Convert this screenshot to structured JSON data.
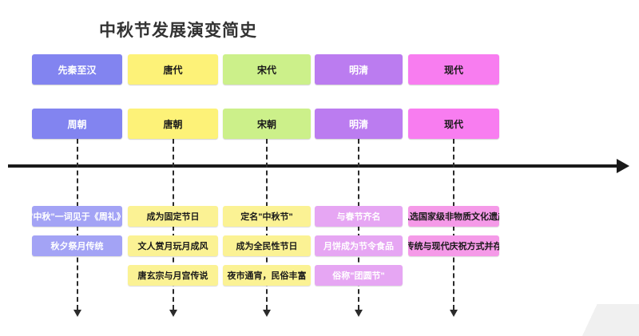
{
  "title": "中秋节发展演变简史",
  "axis": {
    "arrow_direction": "right",
    "label": "time-axis"
  },
  "colors": {
    "era_purple": "#8284f0",
    "era_yellow": "#fdf278",
    "era_green": "#ccf08a",
    "era_violet": "#bb7cf0",
    "era_magenta": "#f87df0",
    "item_purple": "#a3a3f5",
    "item_yellow": "#fbf294",
    "item_violet": "#e6a6f3",
    "item_magenta": "#f59ae8",
    "axis": "#1a1a1a",
    "title_text": "#333333",
    "dark_text": "#1a1a1a",
    "light_text": "#ffffff"
  },
  "columns": [
    {
      "id": "col-1",
      "era": "先秦至汉",
      "era_fill": "#8284f0",
      "era_text": "#ffffff",
      "dynasty": "周朝",
      "dynasty_fill": "#8284f0",
      "dynasty_text": "#ffffff",
      "item_fill": "#a3a3f5",
      "item_text": "#ffffff",
      "items": [
        "\"中秋\"一词见于《周礼》",
        "秋夕祭月传统"
      ]
    },
    {
      "id": "col-2",
      "era": "唐代",
      "era_fill": "#fdf278",
      "era_text": "#1a1a1a",
      "dynasty": "唐朝",
      "dynasty_fill": "#fdf278",
      "dynasty_text": "#1a1a1a",
      "item_fill": "#fbf294",
      "item_text": "#1a1a1a",
      "items": [
        "成为固定节日",
        "文人赏月玩月成风",
        "唐玄宗与月宫传说"
      ]
    },
    {
      "id": "col-3",
      "era": "宋代",
      "era_fill": "#ccf08a",
      "era_text": "#1a1a1a",
      "dynasty": "宋朝",
      "dynasty_fill": "#ccf08a",
      "dynasty_text": "#1a1a1a",
      "item_fill": "#fbf294",
      "item_text": "#1a1a1a",
      "items": [
        "定名\"中秋节\"",
        "成为全民性节日",
        "夜市通宵，民俗丰富"
      ]
    },
    {
      "id": "col-4",
      "era": "明清",
      "era_fill": "#bb7cf0",
      "era_text": "#ffffff",
      "dynasty": "明清",
      "dynasty_fill": "#bb7cf0",
      "dynasty_text": "#ffffff",
      "item_fill": "#e6a6f3",
      "item_text": "#ffffff",
      "items": [
        "与春节齐名",
        "月饼成为节令食品",
        "俗称\"团圆节\""
      ]
    },
    {
      "id": "col-5",
      "era": "现代",
      "era_fill": "#f87df0",
      "era_text": "#1a1a1a",
      "dynasty": "现代",
      "dynasty_fill": "#f87df0",
      "dynasty_text": "#1a1a1a",
      "item_fill": "#f59ae8",
      "item_text": "#1a1a1a",
      "items": [
        "入选国家级非物质文化遗产",
        "传统与现代庆祝方式并存"
      ]
    }
  ]
}
